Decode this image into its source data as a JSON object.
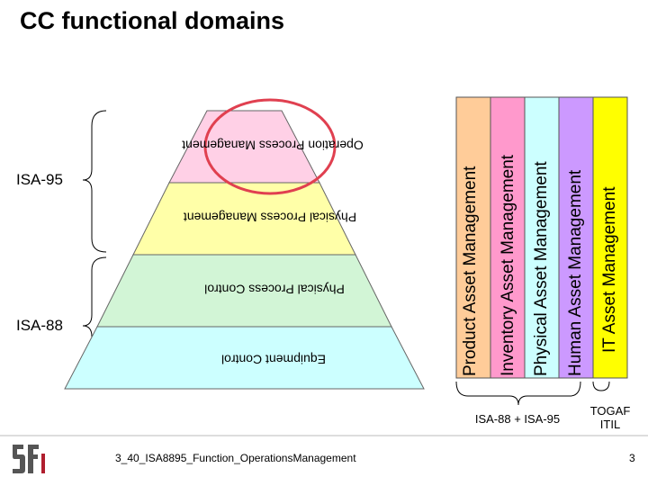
{
  "title": "CC functional domains",
  "left_labels": {
    "isa95": "ISA-95",
    "isa88": "ISA-88"
  },
  "pyramid_levels": [
    {
      "label": "Operation Process Management",
      "color": "#ffd0e6"
    },
    {
      "label": "Physical Process Management",
      "color": "#ffffa8"
    },
    {
      "label": "Physical Process Control",
      "color": "#d2f5d6"
    },
    {
      "label": "Equipment Control",
      "color": "#ccffff"
    }
  ],
  "columns": [
    {
      "label": "Product Asset Management",
      "color": "#ffcc99"
    },
    {
      "label": "Inventory Asset Management",
      "color": "#ff99cc"
    },
    {
      "label": "Physical Asset Management",
      "color": "#ccffff"
    },
    {
      "label": "Human Asset Management",
      "color": "#cc99ff"
    },
    {
      "label": "IT Asset Management",
      "color": "#ffff00"
    }
  ],
  "bottom": {
    "isa_combo": "ISA-88 + ISA-95",
    "togaf": "TOGAF",
    "itil": "ITIL"
  },
  "footer": {
    "filename": "3_40_ISA8895_Function_OperationsManagement",
    "page": "3"
  },
  "highlight_color": "#e04050",
  "icons": {
    "logo": "sfy-logo-icon"
  }
}
